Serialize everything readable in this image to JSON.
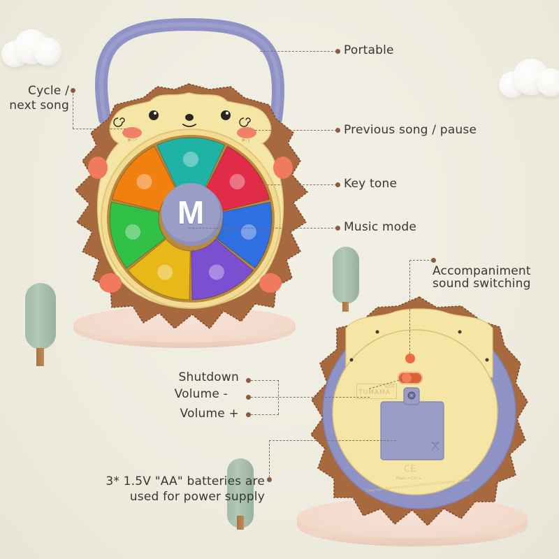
{
  "callouts": {
    "portable": "Portable",
    "cycle_next_line1": "Cycle /",
    "cycle_next_line2": "next song",
    "previous_pause": "Previous song / pause",
    "key_tone": "Key tone",
    "music_mode": "Music mode",
    "accompaniment_line1": "Accompaniment",
    "accompaniment_line2": "sound switching",
    "shutdown": "Shutdown",
    "volume_minus": "Volume -",
    "volume_plus": "Volume +",
    "batteries_line1": "3* 1.5V \"AA\" batteries are",
    "batteries_line2": "used for power supply"
  },
  "device_front": {
    "center_button_letter": "M",
    "top_left_button_mark": "▶/⟳",
    "top_right_button_mark": "▶/‖",
    "key_colors": [
      "#1fb3a6",
      "#e02c48",
      "#2f6fe0",
      "#7a4fd0",
      "#e8b818",
      "#2fc045",
      "#f0800f"
    ]
  },
  "device_back": {
    "brand_text": "TUMAMA",
    "brand_small": "KIDS",
    "made_in": "Made in China",
    "copyright": "Copyright: Tumama Kids Care(Shenzhen) Company Limited",
    "ce_mark": "CE"
  },
  "colors": {
    "background": "#eeebdf",
    "accent_dot": "#8a5a45",
    "handle": "#8f92c4",
    "face": "#f6e6a6",
    "fur": "#a8693f"
  }
}
